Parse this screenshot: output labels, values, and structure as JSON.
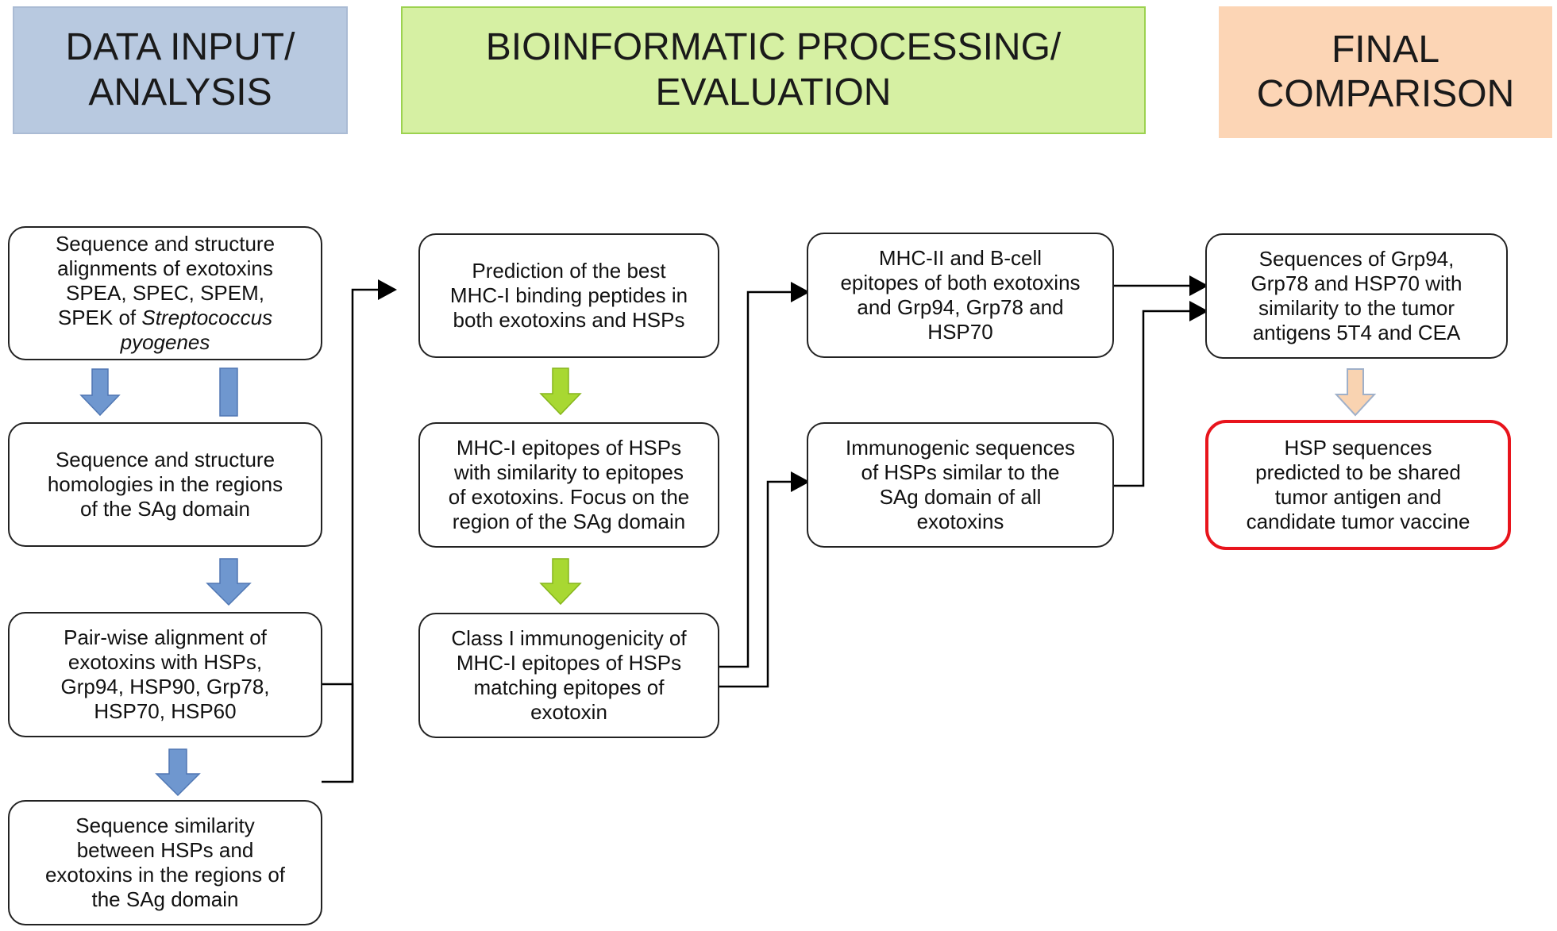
{
  "headers": {
    "data_input": [
      "DATA INPUT/",
      "ANALYSIS"
    ],
    "bioinformatic": [
      "BIOINFORMATIC PROCESSING/",
      "EVALUATION"
    ],
    "final": [
      "FINAL",
      "COMPARISON"
    ]
  },
  "boxes": {
    "seq_struct_align": {
      "text": "Sequence and structure\nalignments of exotoxins\nSPEA, SPEC, SPEM,\nSPEK of ",
      "italic": "Streptococcus\npyogenes"
    },
    "seq_struct_homol": "Sequence and structure\nhomologies in the regions\nof the SAg domain",
    "pairwise": "Pair-wise alignment of\nexotoxins with HSPs,\nGrp94, HSP90, Grp78,\nHSP70, HSP60",
    "seq_similarity": "Sequence similarity\nbetween HSPs and\nexotoxins in the regions of\nthe SAg domain",
    "prediction": "Prediction of the best\nMHC-I binding peptides in\nboth exotoxins and  HSPs",
    "mhc1_epitopes": "MHC-I epitopes of HSPs\nwith similarity to epitopes\nof exotoxins. Focus on the\nregion of the SAg domain",
    "class1_immuno": "Class I immunogenicity of\nMHC-I epitopes of HSPs\nmatching epitopes of\nexotoxin",
    "mhc2_bcell": "MHC-II and B-cell\nepitopes of both exotoxins\nand Grp94, Grp78 and\nHSP70",
    "immunogenic_seq": "Immunogenic sequences\nof  HSPs similar to the\nSAg domain of all\nexotoxins",
    "sequences_grp": "Sequences of  Grp94,\nGrp78 and HSP70 with\nsimilarity to the tumor\nantigens 5T4 and CEA",
    "hsp_final": "HSP sequences\npredicted to be shared\ntumor antigen and\ncandidate tumor vaccine"
  },
  "colors": {
    "blue_arrow": "#6f97cf",
    "green_arrow": "#a8d832",
    "peach_arrow": "#f9d3b1",
    "final_border": "#e8141c"
  }
}
